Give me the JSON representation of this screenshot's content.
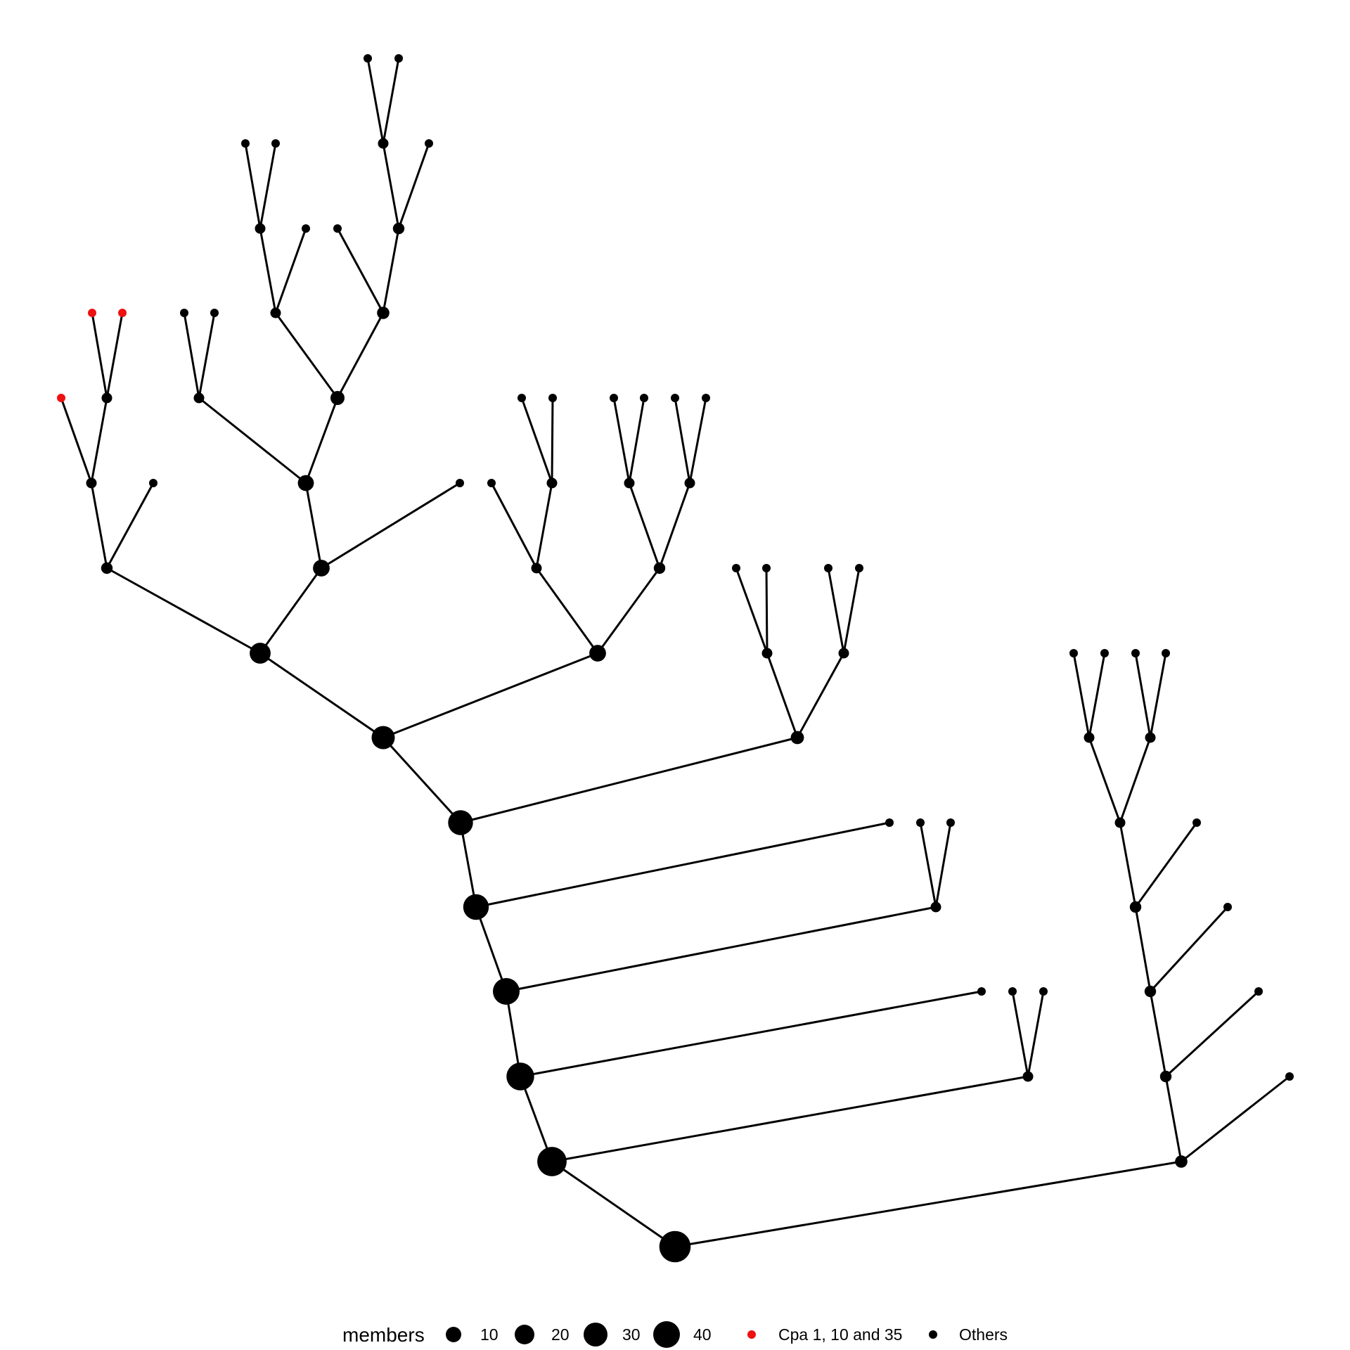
{
  "legend": {
    "size_title": "members",
    "size_entries": [
      {
        "label": "10",
        "members": 10
      },
      {
        "label": "20",
        "members": 20
      },
      {
        "label": "30",
        "members": 30
      },
      {
        "label": "40",
        "members": 40
      }
    ],
    "color_entries": [
      {
        "label": "Cpa 1, 10 and 35",
        "color": "#ee1111"
      },
      {
        "label": "Others",
        "color": "#000000"
      }
    ]
  },
  "colors": {
    "highlight": "#ee1111",
    "default": "#000000",
    "edge": "#000000",
    "background": "#ffffff"
  },
  "tree": {
    "node_size_scale": "members",
    "root": "R",
    "edges": [
      [
        "R",
        "S1"
      ],
      [
        "R",
        "Q1"
      ],
      [
        "S1",
        "S2"
      ],
      [
        "S1",
        "P1"
      ],
      [
        "S2",
        "S3"
      ],
      [
        "S2",
        "O1"
      ],
      [
        "S3",
        "S4"
      ],
      [
        "S3",
        "N1"
      ],
      [
        "S4",
        "S5"
      ],
      [
        "S4",
        "M1"
      ],
      [
        "S5",
        "S6"
      ],
      [
        "S5",
        "A1"
      ],
      [
        "S6",
        "B1"
      ],
      [
        "S6",
        "C1"
      ],
      [
        "B1",
        "D1"
      ],
      [
        "B1",
        "E1"
      ],
      [
        "D1",
        "F1"
      ],
      [
        "D1",
        "la1"
      ],
      [
        "F1",
        "hl1"
      ],
      [
        "F1",
        "G1"
      ],
      [
        "G1",
        "hl2"
      ],
      [
        "G1",
        "hl3"
      ],
      [
        "E1",
        "H1"
      ],
      [
        "E1",
        "la2"
      ],
      [
        "H1",
        "I1"
      ],
      [
        "H1",
        "J1"
      ],
      [
        "I1",
        "la3"
      ],
      [
        "I1",
        "la4"
      ],
      [
        "J1",
        "K1"
      ],
      [
        "J1",
        "L1"
      ],
      [
        "K1",
        "T1"
      ],
      [
        "K1",
        "la5"
      ],
      [
        "T1",
        "la6"
      ],
      [
        "T1",
        "la7"
      ],
      [
        "L1",
        "U1"
      ],
      [
        "L1",
        "la8"
      ],
      [
        "U1",
        "V1"
      ],
      [
        "U1",
        "la9"
      ],
      [
        "V1",
        "la10"
      ],
      [
        "V1",
        "la11"
      ],
      [
        "C1",
        "W1"
      ],
      [
        "C1",
        "X1"
      ],
      [
        "W1",
        "la12"
      ],
      [
        "W1",
        "Y1"
      ],
      [
        "Y1",
        "la13"
      ],
      [
        "Y1",
        "Z1"
      ],
      [
        "Z1",
        "la14"
      ],
      [
        "Z1",
        "la15"
      ],
      [
        "X1",
        "AA1"
      ],
      [
        "X1",
        "AB1"
      ],
      [
        "AA1",
        "la16"
      ],
      [
        "AA1",
        "la17"
      ],
      [
        "AB1",
        "la18"
      ],
      [
        "AB1",
        "la19"
      ],
      [
        "A1",
        "AC1"
      ],
      [
        "A1",
        "AD1"
      ],
      [
        "AC1",
        "la20"
      ],
      [
        "AC1",
        "AE1"
      ],
      [
        "AE1",
        "la21"
      ],
      [
        "AE1",
        "la22"
      ],
      [
        "AD1",
        "la23"
      ],
      [
        "AD1",
        "la24"
      ],
      [
        "M1",
        "la25"
      ],
      [
        "M1",
        "AF1"
      ],
      [
        "AF1",
        "la26"
      ],
      [
        "AF1",
        "la27"
      ],
      [
        "N1",
        "la28"
      ],
      [
        "N1",
        "AG1"
      ],
      [
        "AG1",
        "la29"
      ],
      [
        "AG1",
        "la30"
      ],
      [
        "Q1",
        "P2"
      ],
      [
        "Q1",
        "la31"
      ],
      [
        "P2",
        "P3"
      ],
      [
        "P2",
        "la32"
      ],
      [
        "P3",
        "P4"
      ],
      [
        "P3",
        "la33"
      ],
      [
        "P4",
        "P5"
      ],
      [
        "P4",
        "la34"
      ],
      [
        "P5",
        "P6"
      ],
      [
        "P5",
        "P7"
      ],
      [
        "P6",
        "la35"
      ],
      [
        "P6",
        "la36"
      ],
      [
        "P7",
        "la37"
      ],
      [
        "P7",
        "la38"
      ]
    ],
    "nodes": [
      {
        "id": "R",
        "members": 48,
        "group": "Others"
      },
      {
        "id": "S1",
        "members": 42,
        "group": "Others"
      },
      {
        "id": "S2",
        "members": 37,
        "group": "Others"
      },
      {
        "id": "S3",
        "members": 34,
        "group": "Others"
      },
      {
        "id": "S4",
        "members": 31,
        "group": "Others"
      },
      {
        "id": "S5",
        "members": 29,
        "group": "Others"
      },
      {
        "id": "S6",
        "members": 25,
        "group": "Others"
      },
      {
        "id": "B1",
        "members": 20,
        "group": "Others"
      },
      {
        "id": "C1",
        "members": 12,
        "group": "Others"
      },
      {
        "id": "D1",
        "members": 5,
        "group": "Others"
      },
      {
        "id": "E1",
        "members": 12,
        "group": "Others"
      },
      {
        "id": "F1",
        "members": 4,
        "group": "Others"
      },
      {
        "id": "G1",
        "members": 3,
        "group": "Others"
      },
      {
        "id": "H1",
        "members": 11,
        "group": "Others"
      },
      {
        "id": "I1",
        "members": 3,
        "group": "Others"
      },
      {
        "id": "J1",
        "members": 8,
        "group": "Others"
      },
      {
        "id": "K1",
        "members": 4,
        "group": "Others"
      },
      {
        "id": "L1",
        "members": 6,
        "group": "Others"
      },
      {
        "id": "T1",
        "members": 3,
        "group": "Others"
      },
      {
        "id": "U1",
        "members": 5,
        "group": "Others"
      },
      {
        "id": "V1",
        "members": 3,
        "group": "Others"
      },
      {
        "id": "W1",
        "members": 4,
        "group": "Others"
      },
      {
        "id": "X1",
        "members": 5,
        "group": "Others"
      },
      {
        "id": "Y1",
        "members": 3,
        "group": "Others"
      },
      {
        "id": "Z1",
        "members": 3,
        "group": "Others"
      },
      {
        "id": "AA1",
        "members": 3,
        "group": "Others"
      },
      {
        "id": "AB1",
        "members": 3,
        "group": "Others"
      },
      {
        "id": "A1",
        "members": 7,
        "group": "Others"
      },
      {
        "id": "AC1",
        "members": 4,
        "group": "Others"
      },
      {
        "id": "AD1",
        "members": 3,
        "group": "Others"
      },
      {
        "id": "AE1",
        "members": 3,
        "group": "Others"
      },
      {
        "id": "M1",
        "members": 3,
        "group": "Others"
      },
      {
        "id": "AF1",
        "members": 2,
        "group": "Others"
      },
      {
        "id": "N1",
        "members": 3,
        "group": "Others"
      },
      {
        "id": "AG1",
        "members": 2,
        "group": "Others"
      },
      {
        "id": "O1",
        "members": 3,
        "group": "Others"
      },
      {
        "id": "P1",
        "members": 3,
        "group": "Others"
      },
      {
        "id": "Q1",
        "members": 6,
        "group": "Others"
      },
      {
        "id": "P2",
        "members": 5,
        "group": "Others"
      },
      {
        "id": "P3",
        "members": 5,
        "group": "Others"
      },
      {
        "id": "P4",
        "members": 5,
        "group": "Others"
      },
      {
        "id": "P5",
        "members": 4,
        "group": "Others"
      },
      {
        "id": "P6",
        "members": 3,
        "group": "Others"
      },
      {
        "id": "P7",
        "members": 3,
        "group": "Others"
      },
      {
        "id": "hl1",
        "members": 1,
        "group": "Cpa 1, 10 and 35"
      },
      {
        "id": "hl2",
        "members": 1,
        "group": "Cpa 1, 10 and 35"
      },
      {
        "id": "hl3",
        "members": 1,
        "group": "Cpa 1, 10 and 35"
      },
      {
        "id": "la1",
        "members": 1,
        "group": "Others"
      },
      {
        "id": "la2",
        "members": 1,
        "group": "Others"
      },
      {
        "id": "la3",
        "members": 1,
        "group": "Others"
      },
      {
        "id": "la4",
        "members": 1,
        "group": "Others"
      },
      {
        "id": "la5",
        "members": 1,
        "group": "Others"
      },
      {
        "id": "la6",
        "members": 1,
        "group": "Others"
      },
      {
        "id": "la7",
        "members": 1,
        "group": "Others"
      },
      {
        "id": "la8",
        "members": 1,
        "group": "Others"
      },
      {
        "id": "la9",
        "members": 1,
        "group": "Others"
      },
      {
        "id": "la10",
        "members": 1,
        "group": "Others"
      },
      {
        "id": "la11",
        "members": 1,
        "group": "Others"
      },
      {
        "id": "la12",
        "members": 1,
        "group": "Others"
      },
      {
        "id": "la13",
        "members": 1,
        "group": "Others"
      },
      {
        "id": "la14",
        "members": 1,
        "group": "Others"
      },
      {
        "id": "la15",
        "members": 1,
        "group": "Others"
      },
      {
        "id": "la16",
        "members": 1,
        "group": "Others"
      },
      {
        "id": "la17",
        "members": 1,
        "group": "Others"
      },
      {
        "id": "la18",
        "members": 1,
        "group": "Others"
      },
      {
        "id": "la19",
        "members": 1,
        "group": "Others"
      },
      {
        "id": "la20",
        "members": 1,
        "group": "Others"
      },
      {
        "id": "la21",
        "members": 1,
        "group": "Others"
      },
      {
        "id": "la22",
        "members": 1,
        "group": "Others"
      },
      {
        "id": "la23",
        "members": 1,
        "group": "Others"
      },
      {
        "id": "la24",
        "members": 1,
        "group": "Others"
      },
      {
        "id": "la25",
        "members": 1,
        "group": "Others"
      },
      {
        "id": "la26",
        "members": 1,
        "group": "Others"
      },
      {
        "id": "la27",
        "members": 1,
        "group": "Others"
      },
      {
        "id": "la28",
        "members": 1,
        "group": "Others"
      },
      {
        "id": "la29",
        "members": 1,
        "group": "Others"
      },
      {
        "id": "la30",
        "members": 1,
        "group": "Others"
      },
      {
        "id": "la31",
        "members": 1,
        "group": "Others"
      },
      {
        "id": "la32",
        "members": 1,
        "group": "Others"
      },
      {
        "id": "la33",
        "members": 1,
        "group": "Others"
      },
      {
        "id": "la34",
        "members": 1,
        "group": "Others"
      },
      {
        "id": "la35",
        "members": 1,
        "group": "Others"
      },
      {
        "id": "la36",
        "members": 1,
        "group": "Others"
      },
      {
        "id": "la37",
        "members": 1,
        "group": "Others"
      },
      {
        "id": "la38",
        "members": 1,
        "group": "Others"
      }
    ]
  }
}
